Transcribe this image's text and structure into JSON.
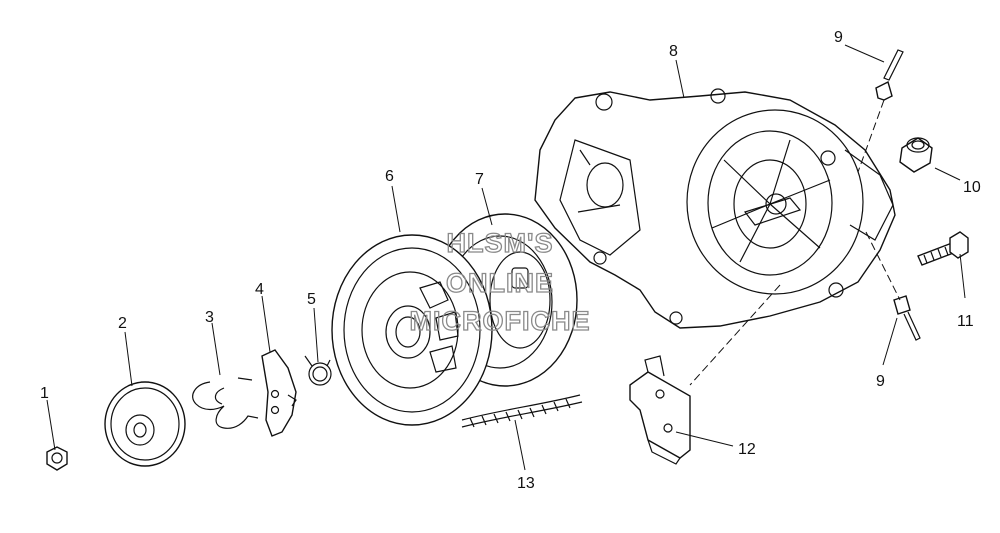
{
  "callouts": [
    "1",
    "2",
    "3",
    "4",
    "5",
    "6",
    "7",
    "8",
    "9",
    "10",
    "11",
    "9",
    "12",
    "13"
  ],
  "watermark": [
    "HLSM'S",
    "ONLINE",
    "MICROFICHE"
  ]
}
